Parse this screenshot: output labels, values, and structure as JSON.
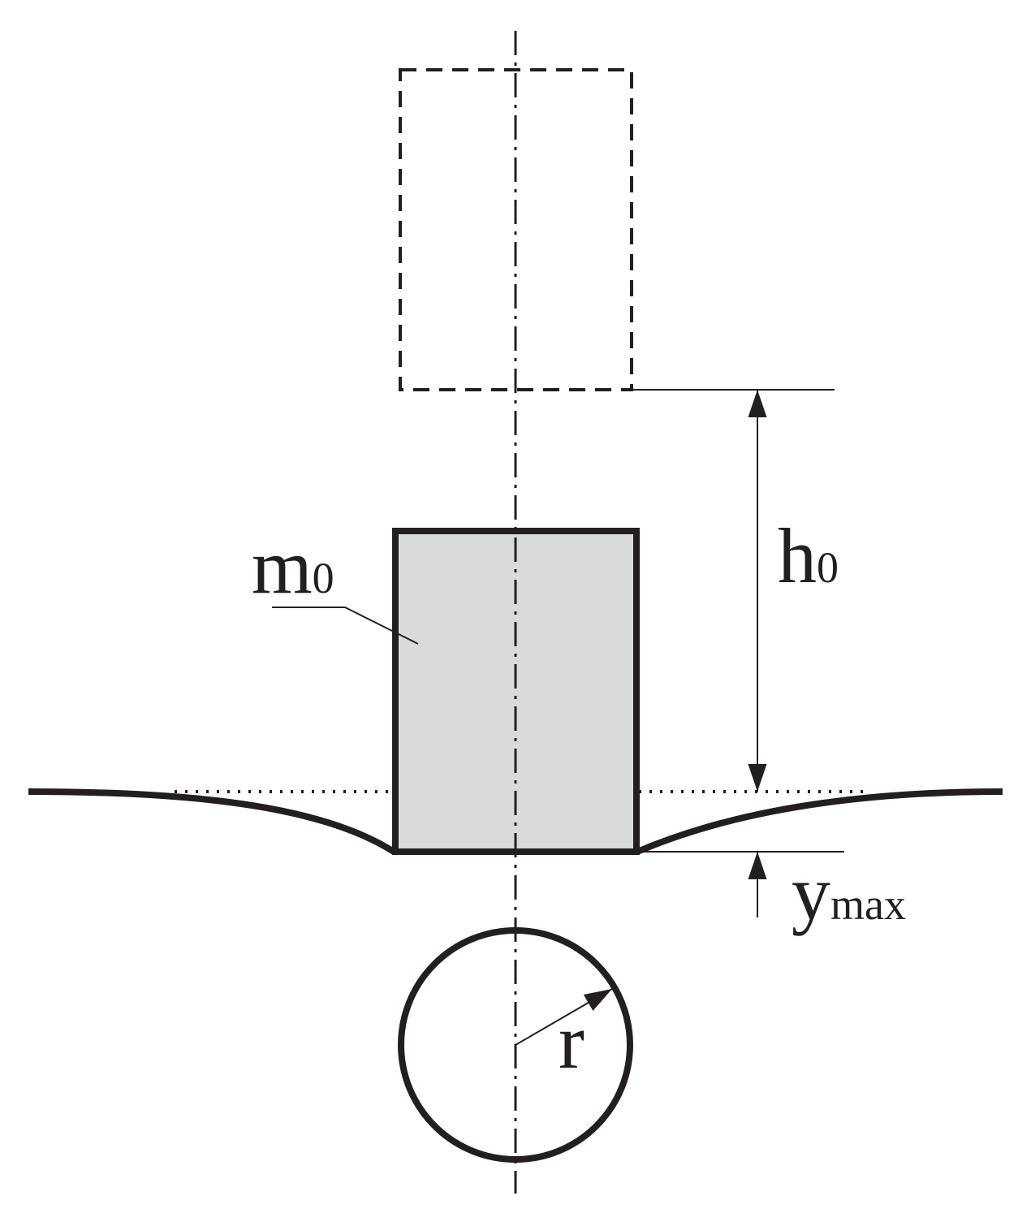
{
  "labels": {
    "mass_main": "m",
    "mass_sub": "0",
    "height_main": "h",
    "height_sub": "0",
    "deflection_main": "y",
    "deflection_sub": "max",
    "radius": "r"
  },
  "colors": {
    "line": "#231f20",
    "mass_fill": "#d9dadb",
    "background": "#ffffff"
  }
}
